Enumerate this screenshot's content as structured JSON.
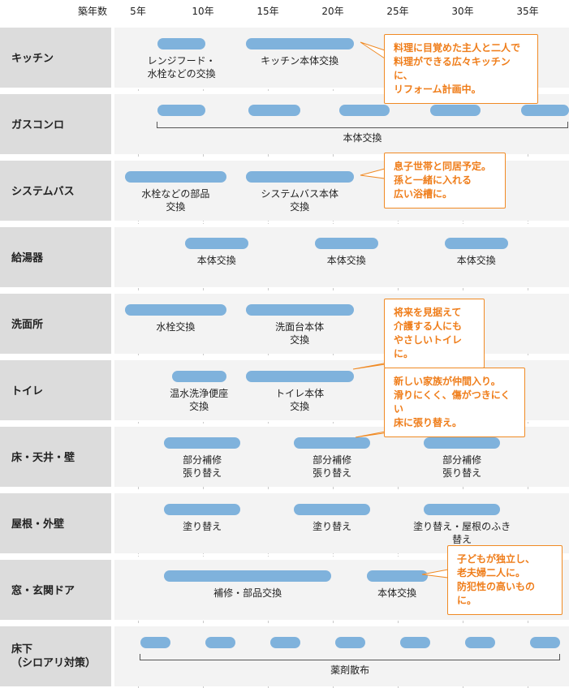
{
  "header": {
    "year_label": "築年数",
    "ticks": [
      "5年",
      "10年",
      "15年",
      "20年",
      "25年",
      "30年",
      "35年"
    ]
  },
  "rows": [
    {
      "label": "キッチン",
      "bars": [
        {
          "start": 6.5,
          "end": 10.2,
          "label": "レンジフード・\n水栓などの交換"
        },
        {
          "start": 13.3,
          "end": 21.6,
          "label": "キッチン本体交換"
        }
      ],
      "callout": "料理に目覚めた主人と二人で\n料理ができる広々キッチンに、\nリフォーム計画中。"
    },
    {
      "label": "ガスコンロ",
      "bars": [
        {
          "start": 6.5,
          "end": 10.2
        },
        {
          "start": 13.5,
          "end": 17.5
        },
        {
          "start": 20.5,
          "end": 24.4
        },
        {
          "start": 27.5,
          "end": 31.4
        },
        {
          "start": 34.5,
          "end": 38.4
        }
      ],
      "bracket": {
        "start": 6.5,
        "end": 38.4,
        "label": "本体交換"
      }
    },
    {
      "label": "システムバス",
      "bars": [
        {
          "start": 4.0,
          "end": 11.8,
          "label": "水栓などの部品\n交換"
        },
        {
          "start": 13.3,
          "end": 21.6,
          "label": "システムバス本体\n交換"
        }
      ],
      "callout": "息子世帯と同居予定。\n孫と一緒に入れる\n広い浴槽に。"
    },
    {
      "label": "給湯器",
      "bars": [
        {
          "start": 8.6,
          "end": 13.5,
          "label": "本体交換"
        },
        {
          "start": 18.6,
          "end": 23.5,
          "label": "本体交換"
        },
        {
          "start": 28.6,
          "end": 33.5,
          "label": "本体交換"
        }
      ]
    },
    {
      "label": "洗面所",
      "bars": [
        {
          "start": 4.0,
          "end": 11.8,
          "label": "水栓交換"
        },
        {
          "start": 13.3,
          "end": 21.6,
          "label": "洗面台本体\n交換"
        }
      ],
      "callout": "将来を見据えて\n介護する人にも\nやさしいトイレに。"
    },
    {
      "label": "トイレ",
      "bars": [
        {
          "start": 7.6,
          "end": 11.8,
          "label": "温水洗浄便座\n交換"
        },
        {
          "start": 13.3,
          "end": 21.6,
          "label": "トイレ本体\n交換"
        }
      ],
      "callout": "新しい家族が仲間入り。\n滑りにくく、傷がつきにくい\n床に張り替え。"
    },
    {
      "label": "床・天井・壁",
      "bars": [
        {
          "start": 7.0,
          "end": 12.9,
          "label": "部分補修\n張り替え"
        },
        {
          "start": 17.0,
          "end": 22.9,
          "label": "部分補修\n張り替え"
        },
        {
          "start": 27.0,
          "end": 32.9,
          "label": "部分補修\n張り替え"
        }
      ]
    },
    {
      "label": "屋根・外壁",
      "bars": [
        {
          "start": 7.0,
          "end": 12.9,
          "label": "塗り替え"
        },
        {
          "start": 17.0,
          "end": 22.9,
          "label": "塗り替え"
        },
        {
          "start": 27.0,
          "end": 32.9,
          "label": "塗り替え・屋根のふき替え"
        }
      ]
    },
    {
      "label": "窓・玄関ドア",
      "bars": [
        {
          "start": 7.0,
          "end": 19.9,
          "label": "補修・部品交換"
        },
        {
          "start": 22.6,
          "end": 27.3,
          "label": "本体交換"
        }
      ],
      "callout": "子どもが独立し、\n老夫婦二人に。\n防犯性の高いものに。"
    },
    {
      "label": "床下\n（シロアリ対策）",
      "bars": [
        {
          "start": 5.2,
          "end": 7.5
        },
        {
          "start": 10.2,
          "end": 12.5
        },
        {
          "start": 15.2,
          "end": 17.5
        },
        {
          "start": 20.2,
          "end": 22.5
        },
        {
          "start": 25.2,
          "end": 27.5
        },
        {
          "start": 30.2,
          "end": 32.5
        },
        {
          "start": 35.2,
          "end": 37.5
        }
      ],
      "bracket": {
        "start": 5.2,
        "end": 37.5,
        "label": "薬剤散布"
      }
    }
  ]
}
